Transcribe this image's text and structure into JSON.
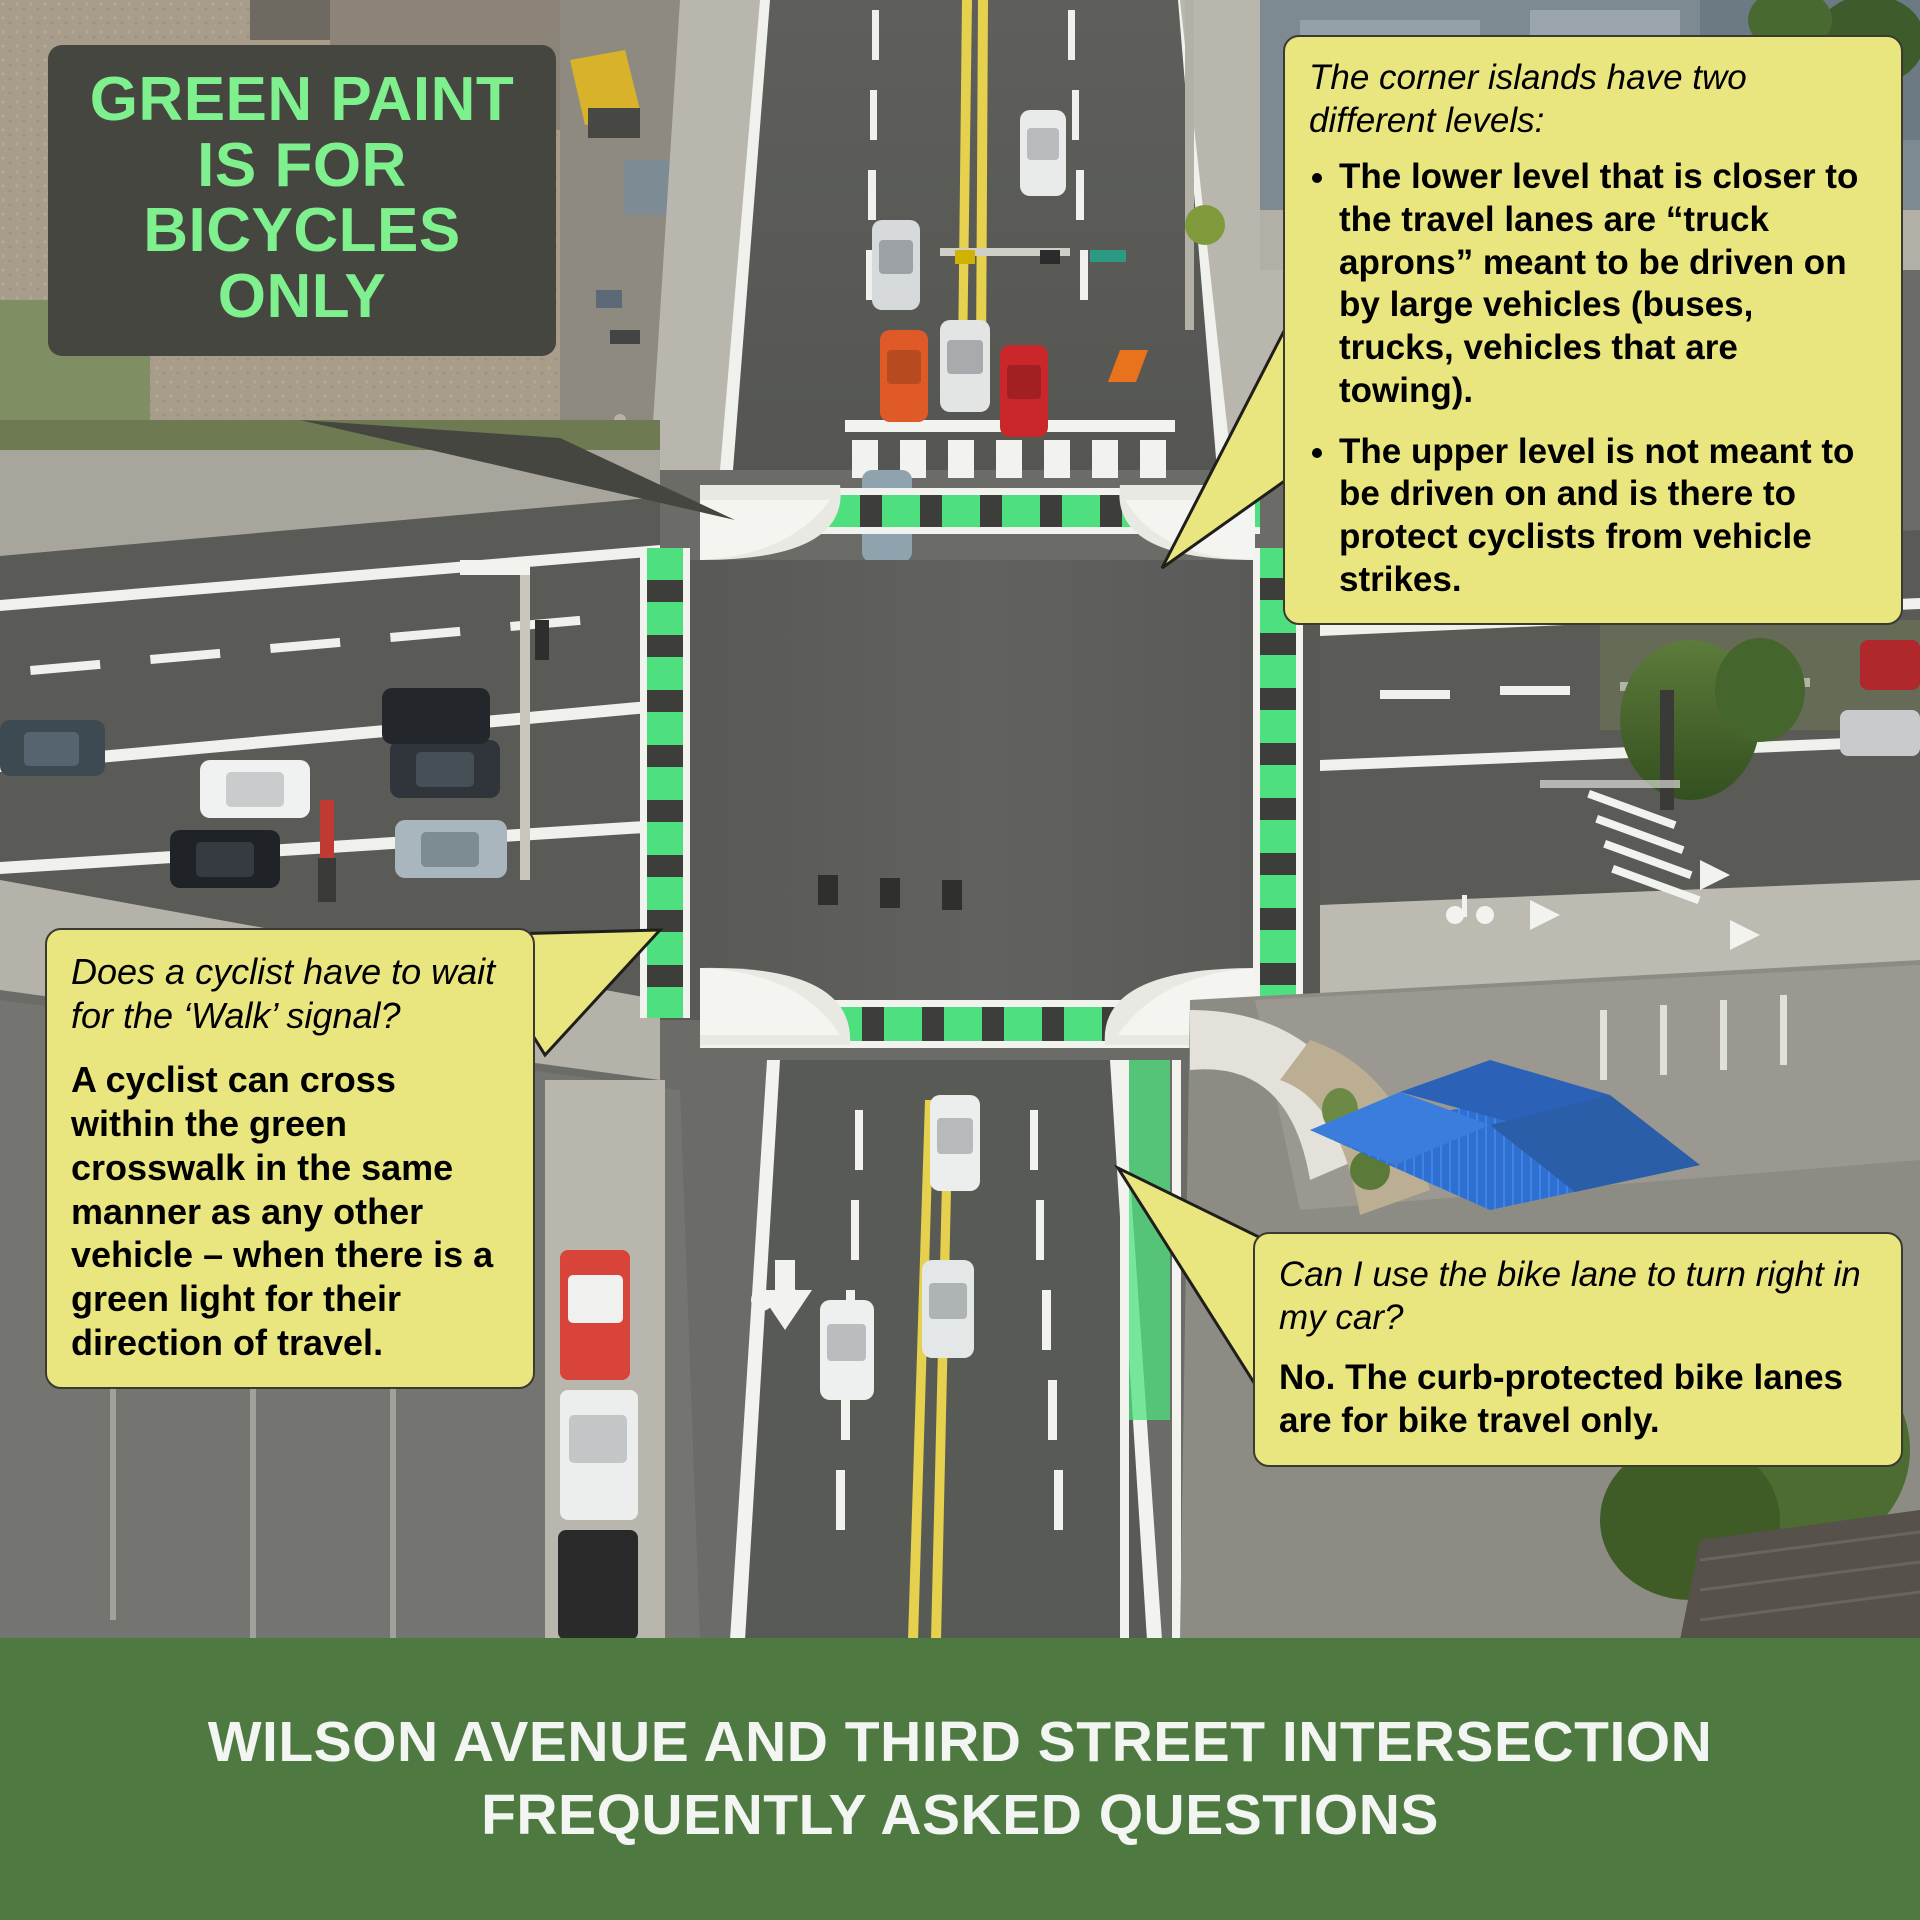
{
  "poster": {
    "headline_box": {
      "text": "GREEN PAINT IS FOR BICYCLES ONLY",
      "text_color": "#7ef08d",
      "background_color": "#464641"
    },
    "footer": {
      "line1": "WILSON AVENUE AND THIRD STREET INTERSECTION",
      "line2": "FREQUENTLY ASKED QUESTIONS",
      "background_color": "#4e7a42",
      "text_color": "#f2f5f1"
    },
    "callout_background": "#eae67f",
    "callout_border": "#3a3a32"
  },
  "callouts": {
    "islands": {
      "question": "The corner islands have two different levels:",
      "bullets": [
        "The lower level that is closer to the travel lanes are “truck aprons” meant to be driven on by large vehicles (buses, trucks, vehicles that are towing).",
        "The upper level is not meant to be driven on and is there to protect cyclists from vehicle strikes."
      ]
    },
    "walk_signal": {
      "question": "Does a cyclist have to wait for the ‘Walk’ signal?",
      "answer": "A cyclist can cross within the green crosswalk in the same manner as any other vehicle – when there is a green light for their direction of travel."
    },
    "bike_lane_turn": {
      "question": "Can I use the bike lane to turn right in my car?",
      "answer": "No.  The curb-protected bike lanes are for bike travel only."
    }
  },
  "photo": {
    "description": "Aerial photo of Wilson Avenue and Third Street intersection",
    "green_bike_paint_color": "#4ee07e",
    "asphalt_color": "#5c5d59",
    "lane_marking_color": "#f2f2ee",
    "center_line_color": "#e8d24a"
  }
}
